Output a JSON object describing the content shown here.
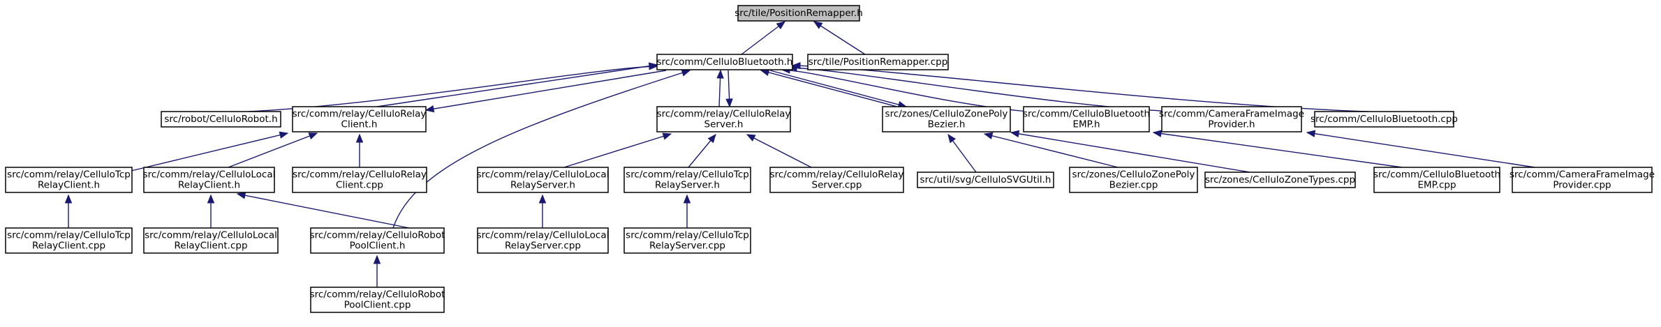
{
  "diagram": {
    "title": "src/tile/PositionRemapper.h",
    "colors": {
      "edge": "#191970",
      "root_fill": "#bfbfbf",
      "node_fill": "#ffffff",
      "border": "#000000"
    },
    "nodes": [
      {
        "id": "root",
        "lines": [
          "src/tile/PositionRemapper.h"
        ]
      },
      {
        "id": "cbh",
        "lines": [
          "src/comm/CelluloBluetooth.h"
        ]
      },
      {
        "id": "prcpp",
        "lines": [
          "src/tile/PositionRemapper.cpp"
        ]
      },
      {
        "id": "robot",
        "lines": [
          "src/robot/CelluloRobot.h"
        ]
      },
      {
        "id": "rch",
        "lines": [
          "src/comm/relay/CelluloRelay",
          "Client.h"
        ]
      },
      {
        "id": "rsh",
        "lines": [
          "src/comm/relay/CelluloRelay",
          "Server.h"
        ]
      },
      {
        "id": "zpbh",
        "lines": [
          "src/zones/CelluloZonePoly",
          "Bezier.h"
        ]
      },
      {
        "id": "empH",
        "lines": [
          "src/comm/CelluloBluetooth",
          "EMP.h"
        ]
      },
      {
        "id": "cfiH",
        "lines": [
          "src/comm/CameraFrameImage",
          "Provider.h"
        ]
      },
      {
        "id": "cbcpp",
        "lines": [
          "src/comm/CelluloBluetooth.cpp"
        ]
      },
      {
        "id": "tcpCH",
        "lines": [
          "src/comm/relay/CelluloTcp",
          "RelayClient.h"
        ]
      },
      {
        "id": "locCH",
        "lines": [
          "src/comm/relay/CelluloLocal",
          "RelayClient.h"
        ]
      },
      {
        "id": "rccpp",
        "lines": [
          "src/comm/relay/CelluloRelay",
          "Client.cpp"
        ]
      },
      {
        "id": "rpcH",
        "lines": [
          "src/comm/relay/CelluloRobot",
          "PoolClient.h"
        ]
      },
      {
        "id": "locSH",
        "lines": [
          "src/comm/relay/CelluloLocal",
          "RelayServer.h"
        ]
      },
      {
        "id": "tcpSH",
        "lines": [
          "src/comm/relay/CelluloTcp",
          "RelayServer.h"
        ]
      },
      {
        "id": "rscpp",
        "lines": [
          "src/comm/relay/CelluloRelay",
          "Server.cpp"
        ]
      },
      {
        "id": "svg",
        "lines": [
          "src/util/svg/CelluloSVGUtil.h"
        ]
      },
      {
        "id": "zpbcpp",
        "lines": [
          "src/zones/CelluloZonePoly",
          "Bezier.cpp"
        ]
      },
      {
        "id": "ztcpp",
        "lines": [
          "src/zones/CelluloZoneTypes.cpp"
        ]
      },
      {
        "id": "empcpp",
        "lines": [
          "src/comm/CelluloBluetooth",
          "EMP.cpp"
        ]
      },
      {
        "id": "cficpp",
        "lines": [
          "src/comm/CameraFrameImage",
          "Provider.cpp"
        ]
      },
      {
        "id": "tcpCcpp",
        "lines": [
          "src/comm/relay/CelluloTcp",
          "RelayClient.cpp"
        ]
      },
      {
        "id": "locCcpp",
        "lines": [
          "src/comm/relay/CelluloLocal",
          "RelayClient.cpp"
        ]
      },
      {
        "id": "rpcCpp",
        "lines": [
          "src/comm/relay/CelluloRobot",
          "PoolClient.cpp"
        ]
      },
      {
        "id": "locScpp",
        "lines": [
          "src/comm/relay/CelluloLocal",
          "RelayServer.cpp"
        ]
      },
      {
        "id": "tcpScpp",
        "lines": [
          "src/comm/relay/CelluloTcp",
          "RelayServer.cpp"
        ]
      }
    ],
    "edges": [
      [
        "root",
        "cbh"
      ],
      [
        "root",
        "prcpp"
      ],
      [
        "cbh",
        "robot"
      ],
      [
        "cbh",
        "rch"
      ],
      [
        "cbh",
        "rsh"
      ],
      [
        "cbh",
        "zpbh"
      ],
      [
        "cbh",
        "empH"
      ],
      [
        "cbh",
        "cfiH"
      ],
      [
        "cbh",
        "cbcpp"
      ],
      [
        "rch",
        "cbh"
      ],
      [
        "rsh",
        "cbh"
      ],
      [
        "zpbh",
        "cbh"
      ],
      [
        "cbh",
        "rpcH"
      ],
      [
        "rch",
        "tcpCH"
      ],
      [
        "rch",
        "locCH"
      ],
      [
        "rch",
        "rccpp"
      ],
      [
        "locCH",
        "rpcH"
      ],
      [
        "rsh",
        "locSH"
      ],
      [
        "rsh",
        "tcpSH"
      ],
      [
        "rsh",
        "rscpp"
      ],
      [
        "zpbh",
        "svg"
      ],
      [
        "zpbh",
        "zpbcpp"
      ],
      [
        "zpbh",
        "ztcpp"
      ],
      [
        "empH",
        "empcpp"
      ],
      [
        "cfiH",
        "cficpp"
      ],
      [
        "tcpCH",
        "tcpCcpp"
      ],
      [
        "locCH",
        "locCcpp"
      ],
      [
        "rpcH",
        "rpcCpp"
      ],
      [
        "locSH",
        "locScpp"
      ],
      [
        "tcpSH",
        "tcpScpp"
      ]
    ]
  }
}
